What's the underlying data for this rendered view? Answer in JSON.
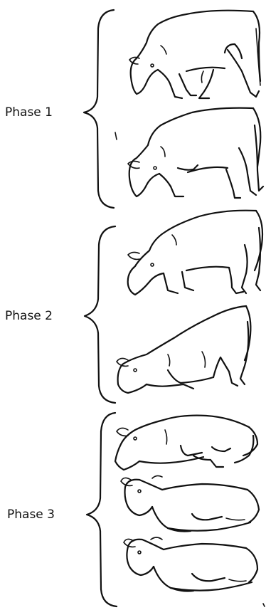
{
  "phases": [
    {
      "label": "Phase 1",
      "figures": [
        "cow-standing-grazing",
        "cow-grazing-kneeling-start"
      ]
    },
    {
      "label": "Phase 2",
      "figures": [
        "cow-front-kneeling",
        "cow-kneeling-lowering-hindquarters"
      ]
    },
    {
      "label": "Phase 3",
      "figures": [
        "cow-lying-down-settling",
        "cow-lying-head-up",
        "cow-lying-resting"
      ]
    }
  ],
  "colors": {
    "ink": "#111111",
    "background": "#ffffff"
  }
}
